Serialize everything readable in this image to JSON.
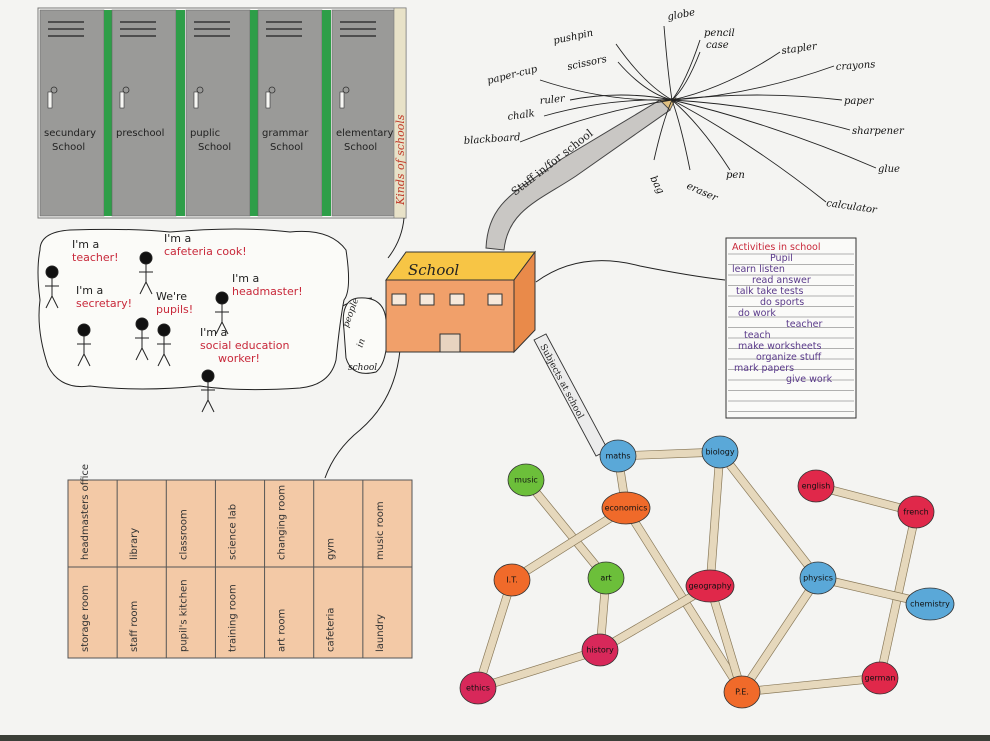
{
  "lockers": {
    "side_label": "Kinds of schools",
    "items": [
      {
        "line1": "secundary",
        "line2": "School"
      },
      {
        "line1": "preschool",
        "line2": ""
      },
      {
        "line1": "puplic",
        "line2": "School"
      },
      {
        "line1": "grammar",
        "line2": "School"
      },
      {
        "line1": "elementary",
        "line2": "School"
      }
    ]
  },
  "center": {
    "title": "School"
  },
  "branches": {
    "stuff": "Stuff in/for school",
    "people": [
      "people",
      "in",
      "school"
    ],
    "subjects": "Subjects at school"
  },
  "tools": [
    "pushpin",
    "globe",
    "pencil",
    "case",
    "paper-cup",
    "scissors",
    "stapler",
    "crayons",
    "ruler",
    "paper",
    "chalk",
    "blackboard",
    "sharpener",
    "bag",
    "eraser",
    "pen",
    "glue",
    "calculator"
  ],
  "people": [
    {
      "pre": "I'm a",
      "hl": "teacher!"
    },
    {
      "pre": "I'm a",
      "hl": "cafeteria cook!"
    },
    {
      "pre": "I'm a",
      "hl": "secretary!"
    },
    {
      "pre": "We're",
      "hl": "pupils!"
    },
    {
      "pre": "I'm a",
      "hl": "headmaster!"
    },
    {
      "pre": "I'm a",
      "hl": "social education"
    },
    {
      "pre": "",
      "hl": "worker!"
    }
  ],
  "activities": {
    "title": "Activities in school",
    "pupil_label": "Pupil",
    "rows": [
      "learn      listen",
      "read    answer",
      "talk    take tests",
      "do sports",
      "do work",
      "teacher",
      "teach",
      "make worksheets",
      "organize stuff",
      "mark papers",
      "give work"
    ]
  },
  "rooms": {
    "top": [
      "headmasters office",
      "library",
      "classroom",
      "science lab",
      "changing room",
      "gym",
      "music room"
    ],
    "bottom": [
      "storage room",
      "staff room",
      "pupil's kitchen",
      "training room",
      "art room",
      "cafeteria",
      "laundry"
    ]
  },
  "subjects": {
    "nodes": [
      "music",
      "maths",
      "biology",
      "economics",
      "english",
      "french",
      "I.T.",
      "art",
      "geography",
      "physics",
      "chemistry",
      "history",
      "ethics",
      "P.E.",
      "german"
    ]
  },
  "colors": {
    "locker": "#9a9a98",
    "stripe": "#2e9e48",
    "building": "#f1a06a",
    "roof": "#f7c545",
    "red_text": "#c8283a",
    "purple_text": "#5a3a8a",
    "node_red": "#e0284a",
    "node_orange": "#f06a2a",
    "node_blue": "#5aa8d8",
    "node_green": "#6cbf3a",
    "node_magenta": "#d8285a"
  }
}
